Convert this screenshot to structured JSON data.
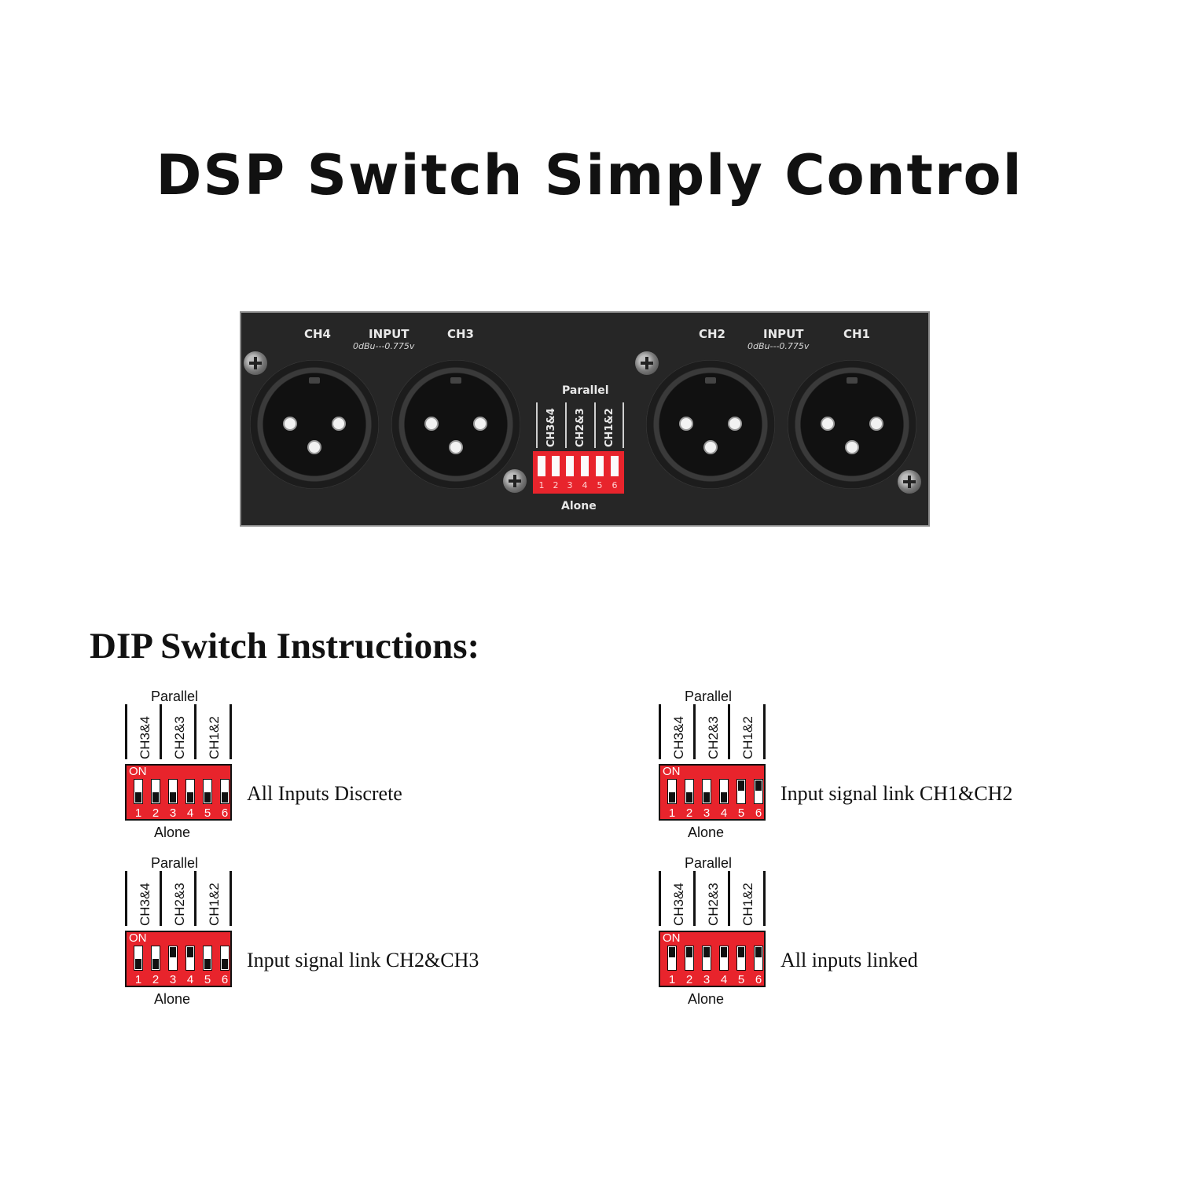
{
  "title": "DSP Switch Simply Control",
  "panel": {
    "labels": {
      "ch4": "CH4",
      "input_left": "INPUT",
      "level_left": "0dBu---0.775v",
      "ch3": "CH3",
      "ch2": "CH2",
      "input_right": "INPUT",
      "level_right": "0dBu---0.775v",
      "ch1": "CH1"
    },
    "dip": {
      "parallel": "Parallel",
      "alone": "Alone",
      "groups": [
        "CH3&4",
        "CH2&3",
        "CH1&2"
      ],
      "numbers": [
        "1",
        "2",
        "3",
        "4",
        "5",
        "6"
      ]
    },
    "colors": {
      "panel": "#262626",
      "dip_red": "#e8242c"
    }
  },
  "instructions": {
    "heading": "DIP Switch Instructions:",
    "on_label": "ON",
    "parallel_label": "Parallel",
    "alone_label": "Alone",
    "groups": [
      "CH3&4",
      "CH2&3",
      "CH1&2"
    ],
    "numbers": [
      "1",
      "2",
      "3",
      "4",
      "5",
      "6"
    ],
    "configs": [
      {
        "description": "All Inputs Discrete",
        "switch_on": [
          false,
          false,
          false,
          false,
          false,
          false
        ]
      },
      {
        "description": "Input signal link CH1&CH2",
        "switch_on": [
          false,
          false,
          false,
          false,
          true,
          true
        ]
      },
      {
        "description": "Input signal link CH2&CH3",
        "switch_on": [
          false,
          false,
          true,
          true,
          false,
          false
        ]
      },
      {
        "description": "All inputs linked",
        "switch_on": [
          true,
          true,
          true,
          true,
          true,
          true
        ]
      }
    ]
  }
}
